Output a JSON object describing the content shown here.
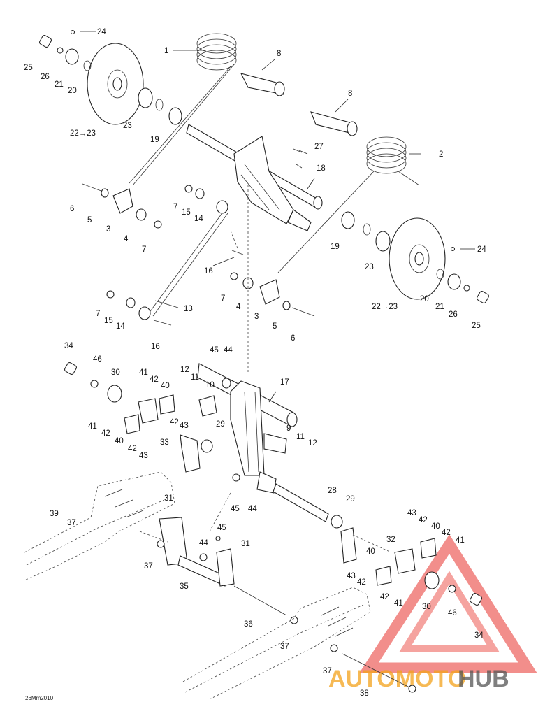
{
  "diagram": {
    "code": "26Mm2010",
    "watermark": {
      "text_light": "AUTOMOTO",
      "text_dark": "HUB",
      "color_red": "#e8322b",
      "color_orange": "#f4a21c",
      "color_gray": "#555555"
    },
    "callouts": [
      {
        "id": "c1a",
        "text": "1"
      },
      {
        "id": "c2",
        "text": "2"
      },
      {
        "id": "c3a",
        "text": "3"
      },
      {
        "id": "c3b",
        "text": "3"
      },
      {
        "id": "c4a",
        "text": "4"
      },
      {
        "id": "c4b",
        "text": "4"
      },
      {
        "id": "c5a",
        "text": "5"
      },
      {
        "id": "c5b",
        "text": "5"
      },
      {
        "id": "c6a",
        "text": "6"
      },
      {
        "id": "c6b",
        "text": "6"
      },
      {
        "id": "c7a",
        "text": "7"
      },
      {
        "id": "c7b",
        "text": "7"
      },
      {
        "id": "c7c",
        "text": "7"
      },
      {
        "id": "c7d",
        "text": "7"
      },
      {
        "id": "c8a",
        "text": "8"
      },
      {
        "id": "c8b",
        "text": "8"
      },
      {
        "id": "c9",
        "text": "9"
      },
      {
        "id": "c10",
        "text": "10"
      },
      {
        "id": "c11a",
        "text": "11"
      },
      {
        "id": "c11b",
        "text": "11"
      },
      {
        "id": "c12a",
        "text": "12"
      },
      {
        "id": "c12b",
        "text": "12"
      },
      {
        "id": "c13",
        "text": "13"
      },
      {
        "id": "c14a",
        "text": "14"
      },
      {
        "id": "c14b",
        "text": "14"
      },
      {
        "id": "c15a",
        "text": "15"
      },
      {
        "id": "c15b",
        "text": "15"
      },
      {
        "id": "c16a",
        "text": "16"
      },
      {
        "id": "c16b",
        "text": "16"
      },
      {
        "id": "c17",
        "text": "17"
      },
      {
        "id": "c18",
        "text": "18"
      },
      {
        "id": "c19a",
        "text": "19"
      },
      {
        "id": "c19b",
        "text": "19"
      },
      {
        "id": "c20a",
        "text": "20"
      },
      {
        "id": "c20b",
        "text": "20"
      },
      {
        "id": "c21a",
        "text": "21"
      },
      {
        "id": "c21b",
        "text": "21"
      },
      {
        "id": "c22a",
        "text": "22→23"
      },
      {
        "id": "c22b",
        "text": "22→23"
      },
      {
        "id": "c23a",
        "text": "23"
      },
      {
        "id": "c23b",
        "text": "23"
      },
      {
        "id": "c24a",
        "text": "24"
      },
      {
        "id": "c24b",
        "text": "24"
      },
      {
        "id": "c25a",
        "text": "25"
      },
      {
        "id": "c25b",
        "text": "25"
      },
      {
        "id": "c26a",
        "text": "26"
      },
      {
        "id": "c26b",
        "text": "26"
      },
      {
        "id": "c27",
        "text": "27"
      },
      {
        "id": "c28",
        "text": "28"
      },
      {
        "id": "c29a",
        "text": "29"
      },
      {
        "id": "c29b",
        "text": "29"
      },
      {
        "id": "c30a",
        "text": "30"
      },
      {
        "id": "c30b",
        "text": "30"
      },
      {
        "id": "c31a",
        "text": "31"
      },
      {
        "id": "c31b",
        "text": "31"
      },
      {
        "id": "c32",
        "text": "32"
      },
      {
        "id": "c33",
        "text": "33"
      },
      {
        "id": "c34a",
        "text": "34"
      },
      {
        "id": "c34b",
        "text": "34"
      },
      {
        "id": "c35",
        "text": "35"
      },
      {
        "id": "c36",
        "text": "36"
      },
      {
        "id": "c37a",
        "text": "37"
      },
      {
        "id": "c37b",
        "text": "37"
      },
      {
        "id": "c37c",
        "text": "37"
      },
      {
        "id": "c37d",
        "text": "37"
      },
      {
        "id": "c38",
        "text": "38"
      },
      {
        "id": "c39",
        "text": "39"
      },
      {
        "id": "c40a",
        "text": "40"
      },
      {
        "id": "c40b",
        "text": "40"
      },
      {
        "id": "c40c",
        "text": "40"
      },
      {
        "id": "c40d",
        "text": "40"
      },
      {
        "id": "c41a",
        "text": "41"
      },
      {
        "id": "c41b",
        "text": "41"
      },
      {
        "id": "c41c",
        "text": "41"
      },
      {
        "id": "c41d",
        "text": "41"
      },
      {
        "id": "c42a",
        "text": "42"
      },
      {
        "id": "c42b",
        "text": "42"
      },
      {
        "id": "c42c",
        "text": "42"
      },
      {
        "id": "c42d",
        "text": "42"
      },
      {
        "id": "c42e",
        "text": "42"
      },
      {
        "id": "c42f",
        "text": "42"
      },
      {
        "id": "c42g",
        "text": "42"
      },
      {
        "id": "c42h",
        "text": "42"
      },
      {
        "id": "c43a",
        "text": "43"
      },
      {
        "id": "c43b",
        "text": "43"
      },
      {
        "id": "c43c",
        "text": "43"
      },
      {
        "id": "c43d",
        "text": "43"
      },
      {
        "id": "c44a",
        "text": "44"
      },
      {
        "id": "c44b",
        "text": "44"
      },
      {
        "id": "c44c",
        "text": "44"
      },
      {
        "id": "c45a",
        "text": "45"
      },
      {
        "id": "c45b",
        "text": "45"
      },
      {
        "id": "c45c",
        "text": "45"
      },
      {
        "id": "c46a",
        "text": "46"
      },
      {
        "id": "c46b",
        "text": "46"
      }
    ]
  }
}
